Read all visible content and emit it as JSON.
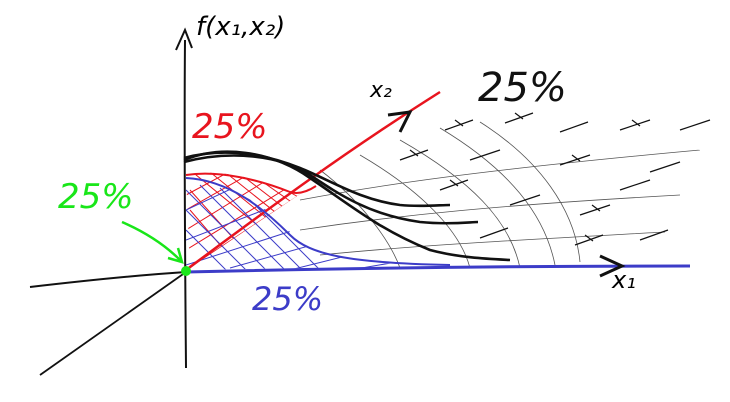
{
  "axes": {
    "y_label": "f(x₁,x₂)",
    "x1_label": "x₁",
    "x2_label": "x₂"
  },
  "quadrants": [
    {
      "id": "far",
      "label": "25%",
      "color": "#111111"
    },
    {
      "id": "x2-axis",
      "label": "25%",
      "color": "#e8141e"
    },
    {
      "id": "origin",
      "label": "25%",
      "color": "#19e619"
    },
    {
      "id": "x1-axis",
      "label": "25%",
      "color": "#3c3cc8"
    }
  ],
  "colors": {
    "ink": "#111111",
    "red": "#e8141e",
    "blue": "#3c3cc8",
    "green": "#19e619"
  }
}
